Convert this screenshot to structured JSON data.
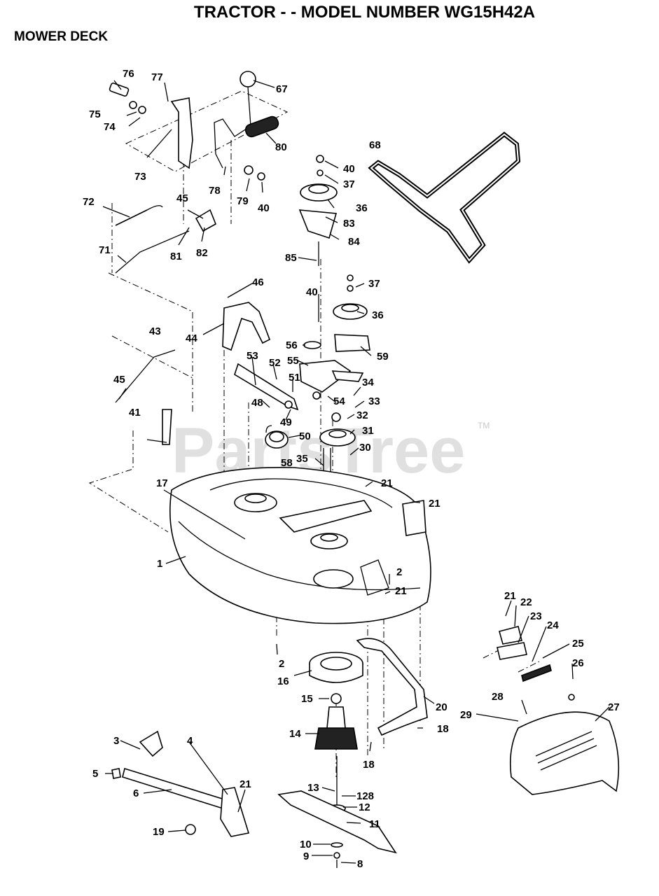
{
  "header": {
    "title": "TRACTOR - - MODEL NUMBER WG15H42A",
    "section": "MOWER DECK"
  },
  "watermark": {
    "text": "PartsTree",
    "tm": "TM"
  },
  "callouts": [
    "1",
    "2",
    "3",
    "4",
    "5",
    "6",
    "8",
    "9",
    "10",
    "11",
    "12",
    "128",
    "13",
    "14",
    "15",
    "16",
    "17",
    "18",
    "19",
    "20",
    "21",
    "22",
    "23",
    "24",
    "25",
    "26",
    "27",
    "28",
    "29",
    "30",
    "31",
    "32",
    "33",
    "34",
    "35",
    "36",
    "37",
    "40",
    "41",
    "43",
    "44",
    "45",
    "46",
    "48",
    "49",
    "50",
    "51",
    "52",
    "53",
    "54",
    "55",
    "56",
    "58",
    "59",
    "67",
    "68",
    "71",
    "72",
    "73",
    "74",
    "75",
    "76",
    "77",
    "78",
    "79",
    "80",
    "81",
    "82",
    "83",
    "84",
    "85"
  ]
}
